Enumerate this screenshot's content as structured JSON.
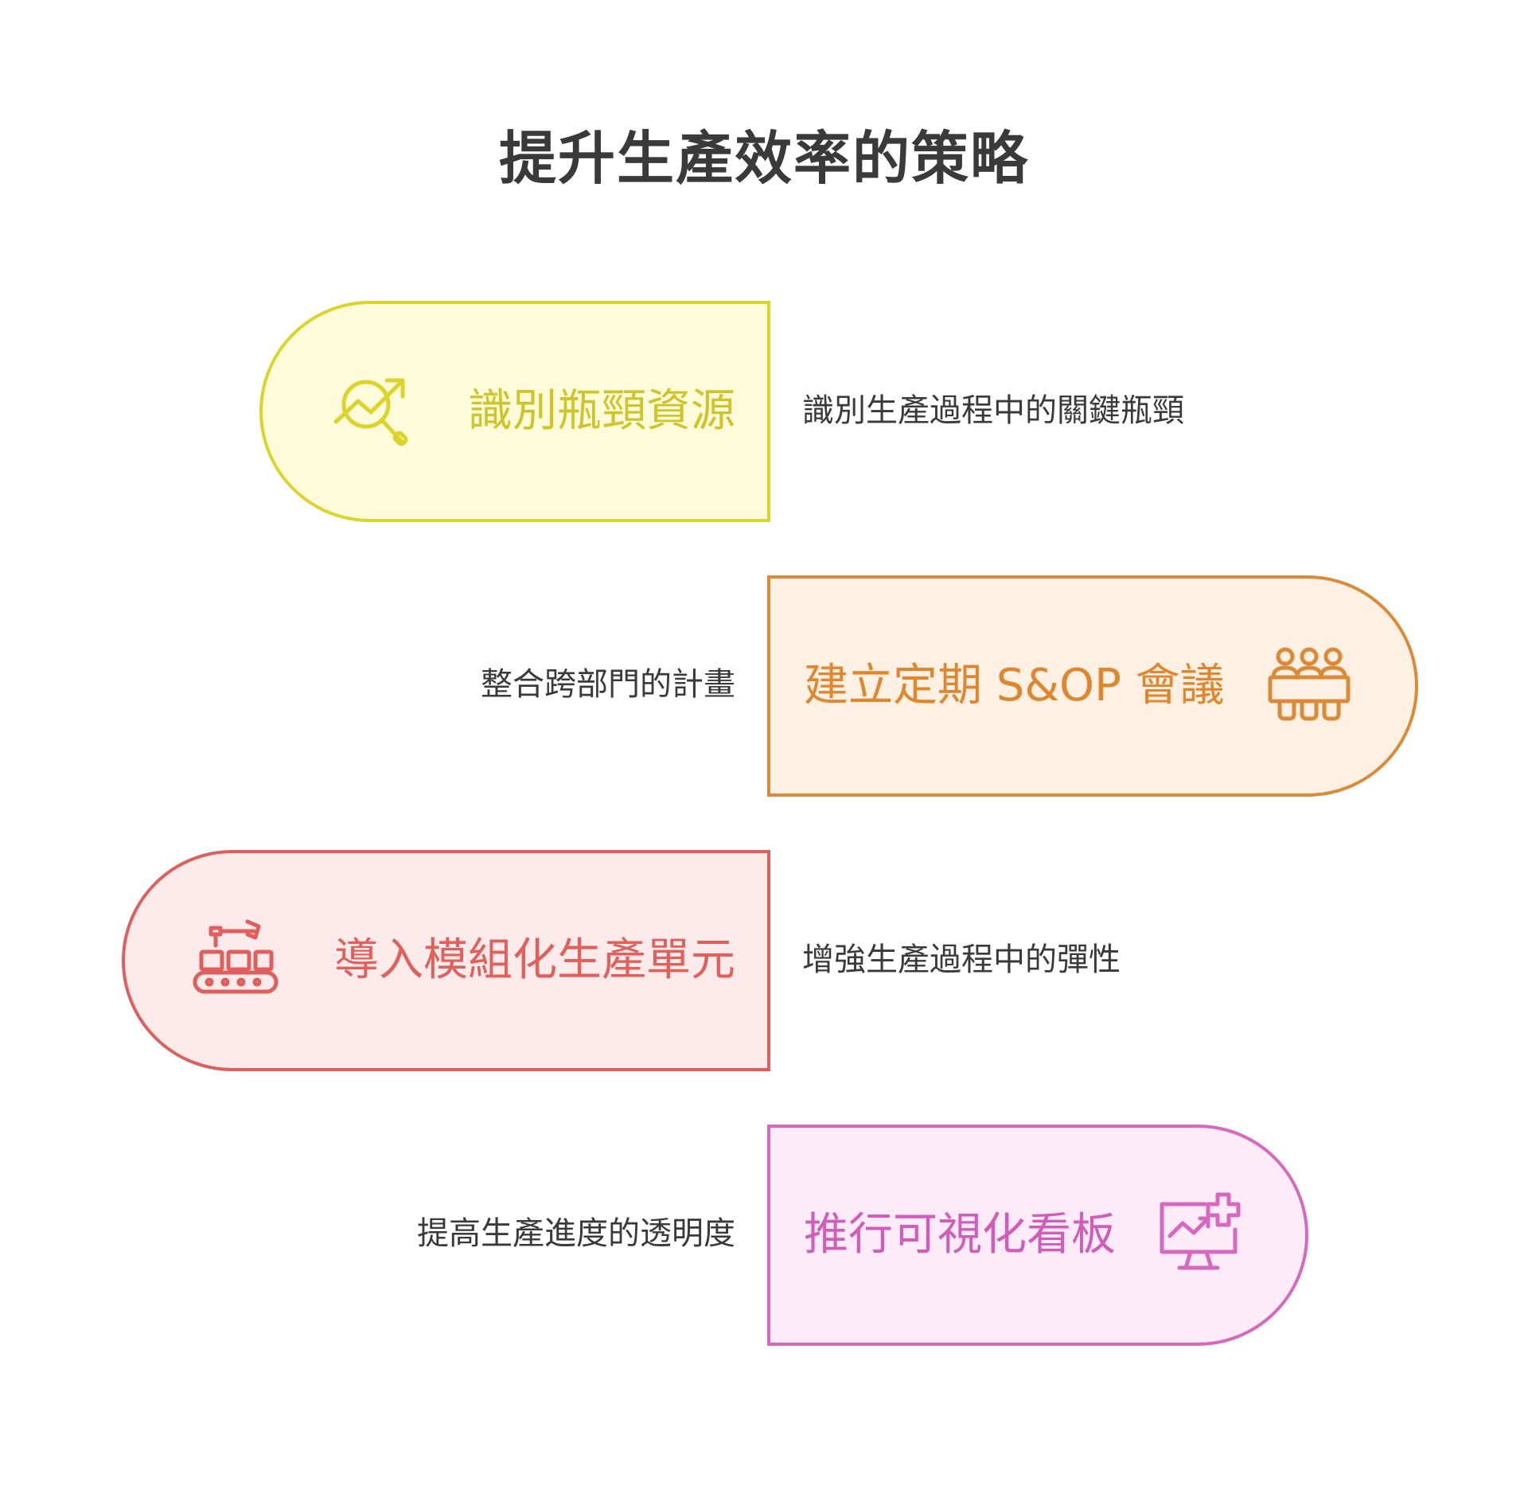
{
  "title": "提升生產效率的策略",
  "colors": {
    "yellow_border": "#dcd32b",
    "yellow_fill": "#fdfbd9",
    "yellow_text": "#cfc52a",
    "orange_border": "#dc8a38",
    "orange_fill": "#fef0e3",
    "orange_text": "#e0862f",
    "red_border": "#df5f5c",
    "red_fill": "#fdeaea",
    "red_text": "#e0605c",
    "pink_border": "#d868bf",
    "pink_fill": "#fdebf8",
    "pink_text": "#d15cba"
  },
  "steps": [
    {
      "label": "識別瓶頸資源",
      "description": "識別生產過程中的關鍵瓶頸",
      "icon": "chart-magnifier-icon"
    },
    {
      "label": "建立定期 S&OP 會議",
      "description": "整合跨部門的計畫",
      "icon": "meeting-group-icon"
    },
    {
      "label": "導入模組化生產單元",
      "description": "增強生產過程中的彈性",
      "icon": "assembly-line-robot-icon"
    },
    {
      "label": "推行可視化看板",
      "description": "提高生產進度的透明度",
      "icon": "dashboard-monitor-icon"
    }
  ]
}
